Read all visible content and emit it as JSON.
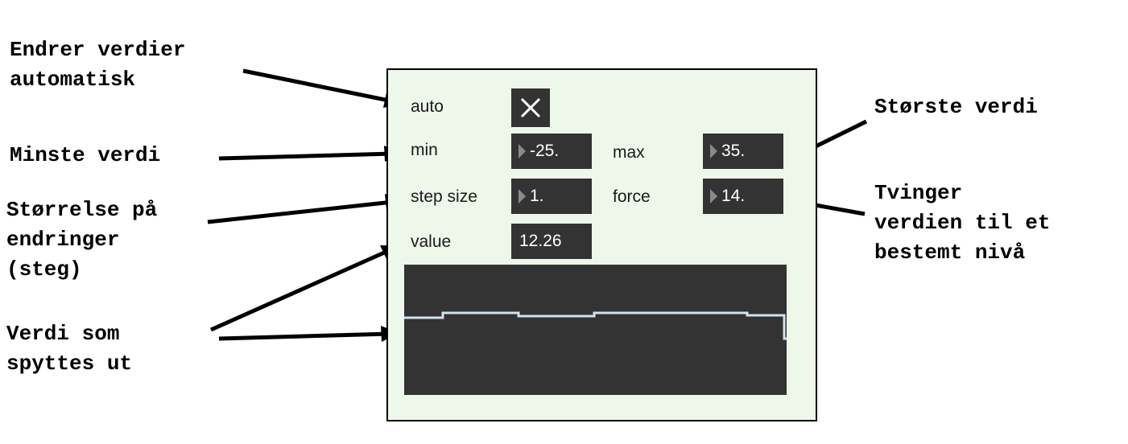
{
  "annotations": {
    "auto": "Endrer verdier\nautomatisk",
    "min": "Minste verdi",
    "step": "Størrelse på\nendringer\n(steg)",
    "value": "Verdi som\nspyttes ut",
    "max": "Største verdi",
    "force": "Tvinger\nverdien til et\nbestemt nivå"
  },
  "panel": {
    "auto_label": "auto",
    "auto_checked": true,
    "min_label": "min",
    "min_value": "-25.",
    "max_label": "max",
    "max_value": "35.",
    "step_label": "step size",
    "step_value": "1.",
    "force_label": "force",
    "force_value": "14.",
    "value_label": "value",
    "value_output": "12.26"
  },
  "scope": {
    "trace_color": "#cfe3ec",
    "background_color": "#333333"
  },
  "colors": {
    "panel_background": "#eef8ea",
    "control_background": "#333333",
    "arrow": "#000000"
  }
}
